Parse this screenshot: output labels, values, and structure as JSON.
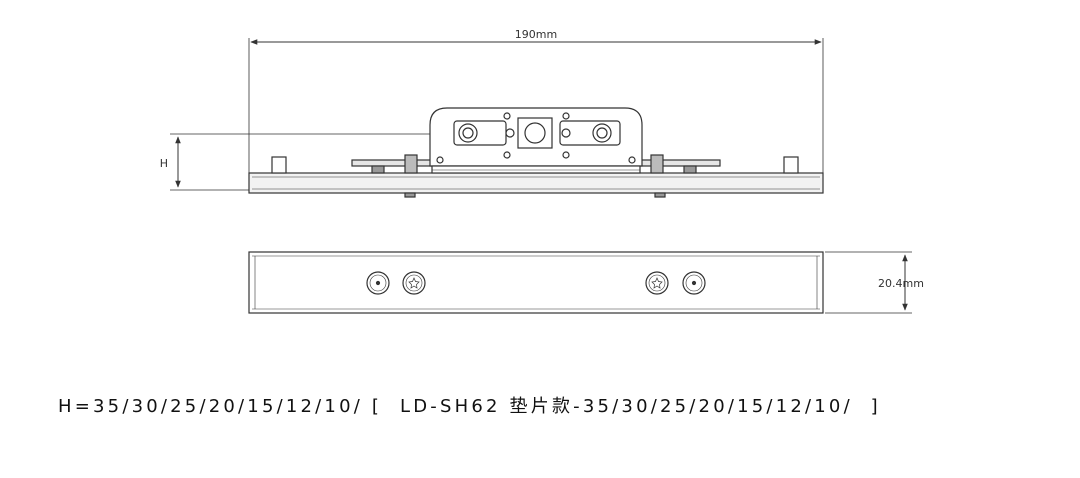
{
  "dimensions": {
    "overall_width_label": "190mm",
    "height_label": "H",
    "thickness_label": "20.4mm"
  },
  "caption": {
    "main": "H=35/30/25/20/15/12/10/ [  LD-SH62 垫片款-35/30/25/20/15/12/10/  ]"
  },
  "colors": {
    "line": "#333333",
    "plate_fill": "#d9d9d9",
    "background": "#ffffff"
  }
}
